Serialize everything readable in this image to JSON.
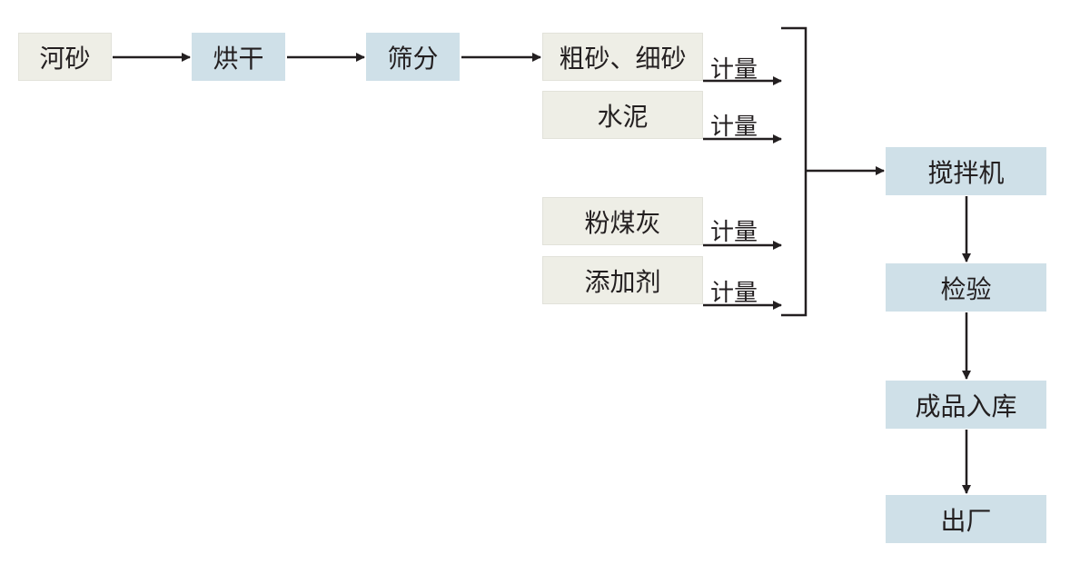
{
  "nodes": {
    "river_sand": "河砂",
    "drying": "烘干",
    "screening": "筛分",
    "coarse_fine_sand": "粗砂、细砂",
    "cement": "水泥",
    "fly_ash": "粉煤灰",
    "additive": "添加剂",
    "mixer": "搅拌机",
    "inspection": "检验",
    "storage": "成品入库",
    "shipment": "出厂"
  },
  "edge_labels": {
    "metering": "计量"
  },
  "colors": {
    "raw_box": "#eeeee6",
    "process_box": "#cfe0e8",
    "line": "#231f20"
  }
}
